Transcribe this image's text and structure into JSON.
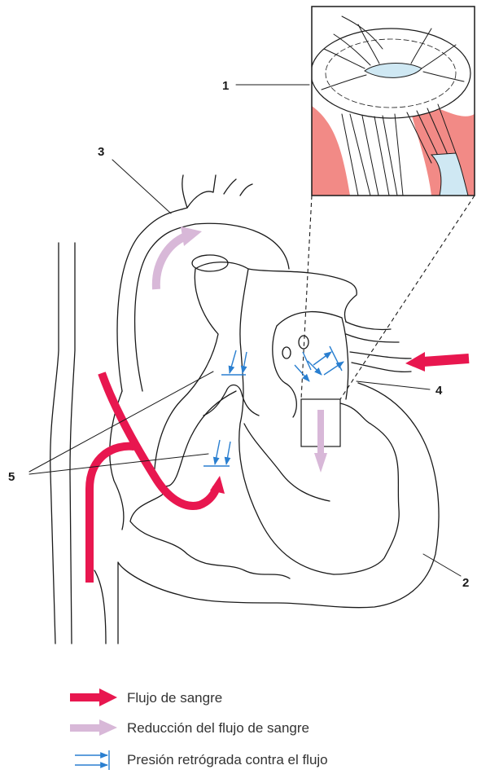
{
  "callouts": {
    "c1": "1",
    "c2": "2",
    "c3": "3",
    "c4": "4",
    "c5": "5"
  },
  "legend": {
    "blood_flow": "Flujo de sangre",
    "reduced_flow": "Reducción del flujo de sangre",
    "back_pressure": "Presión retrógrada contra el flujo"
  },
  "colors": {
    "blood_flow": "#e8174f",
    "reduced_flow": "#d8b8d8",
    "back_pressure": "#2a7fd0",
    "tissue": "#f28a86",
    "inset_fill": "#cfe8f3"
  },
  "icons": {
    "blood_flow": "thick-red-arrow",
    "reduced_flow": "thick-lavender-arrow",
    "back_pressure": "double-blue-arrow"
  }
}
